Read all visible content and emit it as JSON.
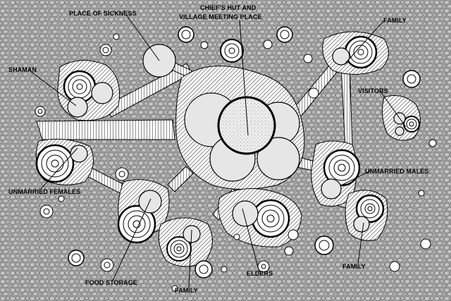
{
  "labels": {
    "place_of_sickness": "PLACE OF SICKNESS",
    "chiefs_hut_line1": "CHIEF'S HUT AND",
    "chiefs_hut_line2": "VILLAGE MEETING PLACE",
    "family_top": "FAMILY",
    "shaman": "SHAMAN",
    "visitors": "VISITORS",
    "unmarried_males": "UNMARRIED MALES",
    "unmarried_females": "UNMARRIED FEMALES",
    "food_storage": "FOOD STORAGE",
    "family_bottom": "FAMILY",
    "elders": "ELDERS",
    "family_right": "FAMILY"
  },
  "colors": {
    "ground": "#9a9a9a",
    "floor": "#e6e6e6",
    "ink": "#000000"
  }
}
